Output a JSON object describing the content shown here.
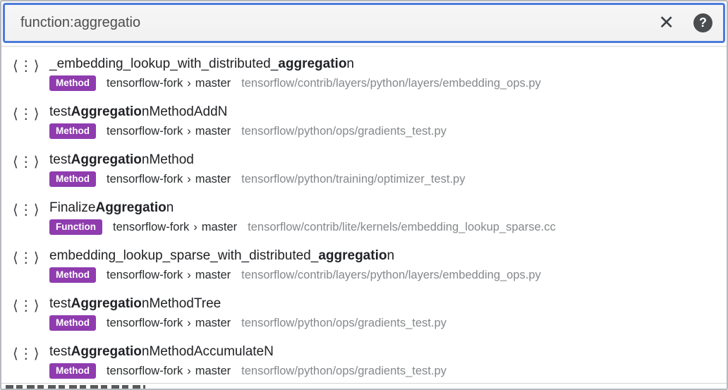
{
  "search": {
    "query": "function:aggregatio",
    "clear_icon": "✕",
    "help_icon": "?"
  },
  "icons": {
    "symbol": "⟨⋮⟩"
  },
  "colors": {
    "focus_border_blue": "#4c7bd9",
    "badge_purple": "#8f3caf",
    "path_gray": "#85888b",
    "title_dark": "#202225"
  },
  "results": [
    {
      "title": {
        "pre": "_embedding_lookup_with_distributed_",
        "match": "aggregatio",
        "post": "n"
      },
      "badge": "Method",
      "repo": "tensorflow-fork",
      "sep": "›",
      "branch": "master",
      "path": "tensorflow/contrib/layers/python/layers/embedding_ops.py"
    },
    {
      "title": {
        "pre": "test",
        "match": "Aggregatio",
        "post": "nMethodAddN"
      },
      "badge": "Method",
      "repo": "tensorflow-fork",
      "sep": "›",
      "branch": "master",
      "path": "tensorflow/python/ops/gradients_test.py"
    },
    {
      "title": {
        "pre": "test",
        "match": "Aggregatio",
        "post": "nMethod"
      },
      "badge": "Method",
      "repo": "tensorflow-fork",
      "sep": "›",
      "branch": "master",
      "path": "tensorflow/python/training/optimizer_test.py"
    },
    {
      "title": {
        "pre": "Finalize",
        "match": "Aggregatio",
        "post": "n"
      },
      "badge": "Function",
      "repo": "tensorflow-fork",
      "sep": "›",
      "branch": "master",
      "path": "tensorflow/contrib/lite/kernels/embedding_lookup_sparse.cc"
    },
    {
      "title": {
        "pre": "embedding_lookup_sparse_with_distributed_",
        "match": "aggregatio",
        "post": "n"
      },
      "badge": "Method",
      "repo": "tensorflow-fork",
      "sep": "›",
      "branch": "master",
      "path": "tensorflow/contrib/layers/python/layers/embedding_ops.py"
    },
    {
      "title": {
        "pre": "test",
        "match": "Aggregatio",
        "post": "nMethodTree"
      },
      "badge": "Method",
      "repo": "tensorflow-fork",
      "sep": "›",
      "branch": "master",
      "path": "tensorflow/python/ops/gradients_test.py"
    },
    {
      "title": {
        "pre": "test",
        "match": "Aggregatio",
        "post": "nMethodAccumulateN"
      },
      "badge": "Method",
      "repo": "tensorflow-fork",
      "sep": "›",
      "branch": "master",
      "path": "tensorflow/python/ops/gradients_test.py"
    }
  ]
}
